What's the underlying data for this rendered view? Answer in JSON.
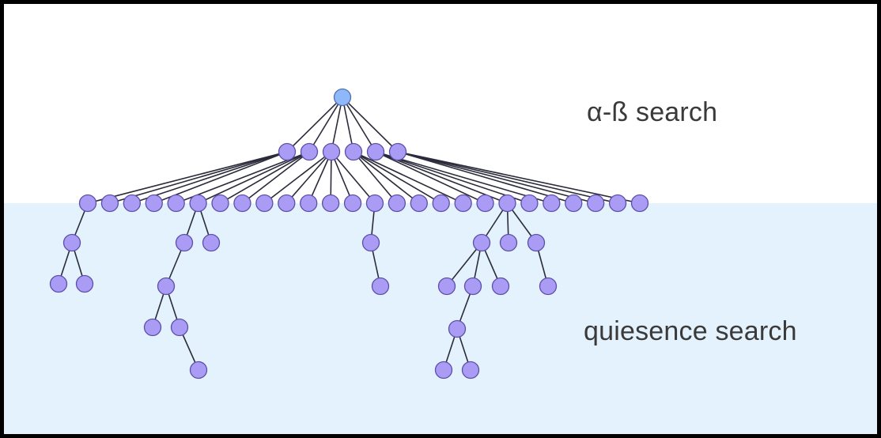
{
  "labels": {
    "top": "α-ß search",
    "bottom": "quiesence search"
  },
  "colors": {
    "root_fill": "#8fb8fa",
    "node_fill": "#aa9cf5",
    "node_stroke": "#5b4fa8",
    "root_stroke": "#4f6fb0",
    "edge": "#2b2b3b",
    "quiescence_band": "#e3f2fd",
    "frame": "#000000"
  },
  "tree": {
    "root": "root",
    "levels": {
      "alpha_beta_depth_1": [
        "a1",
        "a2",
        "a3",
        "a4",
        "a5",
        "a6"
      ],
      "alpha_beta_depth_2": [
        "b1",
        "b2",
        "b3",
        "b4",
        "b5",
        "b6",
        "b7",
        "b8",
        "b9",
        "b10",
        "b11",
        "b12",
        "b13",
        "b14",
        "b15",
        "b16",
        "b17",
        "b18",
        "b19",
        "b20",
        "b21",
        "b22",
        "b23",
        "b24",
        "b25",
        "b26"
      ]
    },
    "edges": [
      [
        "root",
        "a1"
      ],
      [
        "root",
        "a2"
      ],
      [
        "root",
        "a3"
      ],
      [
        "root",
        "a4"
      ],
      [
        "root",
        "a5"
      ],
      [
        "root",
        "a6"
      ],
      [
        "a1",
        "b1"
      ],
      [
        "a1",
        "b2"
      ],
      [
        "a1",
        "b3"
      ],
      [
        "a1",
        "b4"
      ],
      [
        "a2",
        "b5"
      ],
      [
        "a2",
        "b6"
      ],
      [
        "a2",
        "b7"
      ],
      [
        "a2",
        "b8"
      ],
      [
        "a3",
        "b9"
      ],
      [
        "a3",
        "b10"
      ],
      [
        "a3",
        "b11"
      ],
      [
        "a3",
        "b12"
      ],
      [
        "a3",
        "b13"
      ],
      [
        "a3",
        "b14"
      ],
      [
        "a4",
        "b15"
      ],
      [
        "a4",
        "b16"
      ],
      [
        "a4",
        "b17"
      ],
      [
        "a4",
        "b18"
      ],
      [
        "a5",
        "b19"
      ],
      [
        "a5",
        "b20"
      ],
      [
        "a5",
        "b21"
      ],
      [
        "a5",
        "b22"
      ],
      [
        "a6",
        "b23"
      ],
      [
        "a6",
        "b24"
      ],
      [
        "a6",
        "b25"
      ],
      [
        "a6",
        "b26"
      ],
      [
        "b1",
        "q1"
      ],
      [
        "q1",
        "q2"
      ],
      [
        "q1",
        "q3"
      ],
      [
        "b6",
        "q4"
      ],
      [
        "b6",
        "q5"
      ],
      [
        "q4",
        "q6"
      ],
      [
        "q6",
        "q7"
      ],
      [
        "q6",
        "q8"
      ],
      [
        "q8",
        "q9"
      ],
      [
        "b14",
        "q10"
      ],
      [
        "q10",
        "q11"
      ],
      [
        "b20",
        "q12"
      ],
      [
        "b20",
        "q13"
      ],
      [
        "b20",
        "q14"
      ],
      [
        "q12",
        "q15"
      ],
      [
        "q12",
        "q16"
      ],
      [
        "q12",
        "q17"
      ],
      [
        "q16",
        "q18"
      ],
      [
        "q18",
        "q19"
      ],
      [
        "q18",
        "q20"
      ],
      [
        "q14",
        "q21"
      ]
    ]
  }
}
